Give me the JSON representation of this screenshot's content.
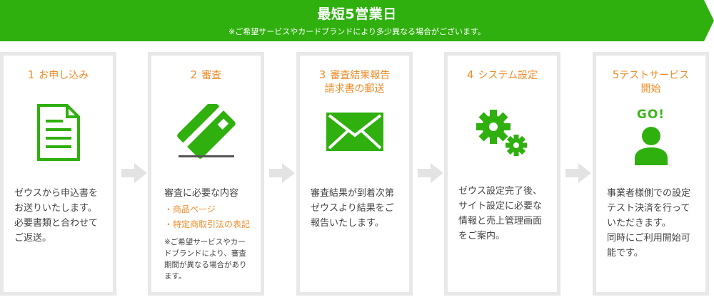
{
  "banner": {
    "title": "最短5営業日",
    "note": "※ご希望サービスやカードブランドにより多少異なる場合がございます。"
  },
  "colors": {
    "green": "#2fb00e",
    "orange": "#f08c2a",
    "border": "#e8e8e8",
    "arrow": "#e3e3e3"
  },
  "steps": [
    {
      "num": "1",
      "title": "お申し込み",
      "icon": "document-icon",
      "body": [
        "ゼウスから申込書を",
        "お送りいたします。",
        "必要書類と合わせて",
        "ご返送。"
      ]
    },
    {
      "num": "2",
      "title": "審査",
      "icon": "credit-card-icon",
      "body": [
        "審査に必要な内容"
      ],
      "list": [
        "・商品ページ",
        "・特定商取引法の表記"
      ],
      "note": [
        "※ご希望サービスやカー",
        "ドブランドにより、審査",
        "期間が異なる場合があり",
        "ます。"
      ]
    },
    {
      "num": "3",
      "title_lines": [
        "審査結果報告",
        "請求書の郵送"
      ],
      "icon": "envelope-icon",
      "body": [
        "審査結果が到着次第",
        "ゼウスより結果をご",
        "報告いたします。"
      ]
    },
    {
      "num": "4",
      "title": "システム設定",
      "icon": "gears-icon",
      "body": [
        "ゼウス設定完了後、",
        "サイト設定に必要な",
        "情報と売上管理画面",
        "をご案内。"
      ]
    },
    {
      "num": "5",
      "title_lines": [
        "テストサービス",
        "開始"
      ],
      "icon": "person-icon",
      "go": "GO!",
      "body": [
        "事業者様側での設定",
        "テスト決済を行って",
        "いただきます。",
        "同時にご利用開始可",
        "能です。"
      ]
    }
  ]
}
